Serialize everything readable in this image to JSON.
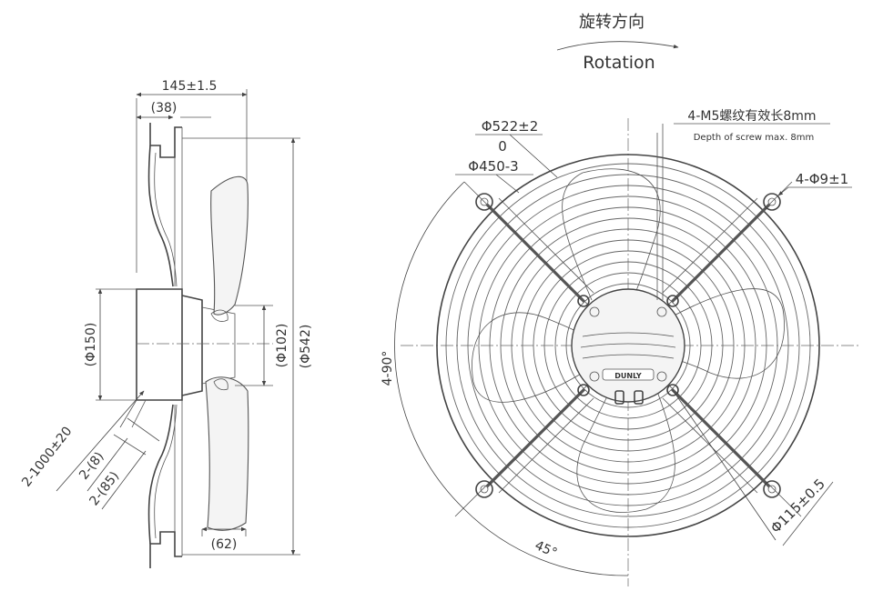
{
  "rotation": {
    "zh": "旋转方向",
    "en": "Rotation"
  },
  "side_view": {
    "depth_total": "145±1.5",
    "flange_depth": "(38)",
    "hub_diameter": "(Φ150)",
    "shaft_diameter": "(Φ102)",
    "outer_diameter": "(Φ542)",
    "blade_width": "(62)",
    "cable_length": "2-1000±20",
    "cable_size_1": "2-(8)",
    "cable_size_2": "2-(85)"
  },
  "front_view": {
    "guard_diameter": "Φ522±2",
    "guard_tol": "0",
    "ring_diameter": "Φ450-3",
    "screw_label": "4-M5螺纹有效长8mm",
    "screw_sub": "Depth of screw max. 8mm",
    "holes": "4-Φ9±1",
    "hole_angle": "4-90°",
    "angle_45": "45°",
    "bolt_circle": "Φ115±0.5",
    "logo": "DUNLY"
  }
}
